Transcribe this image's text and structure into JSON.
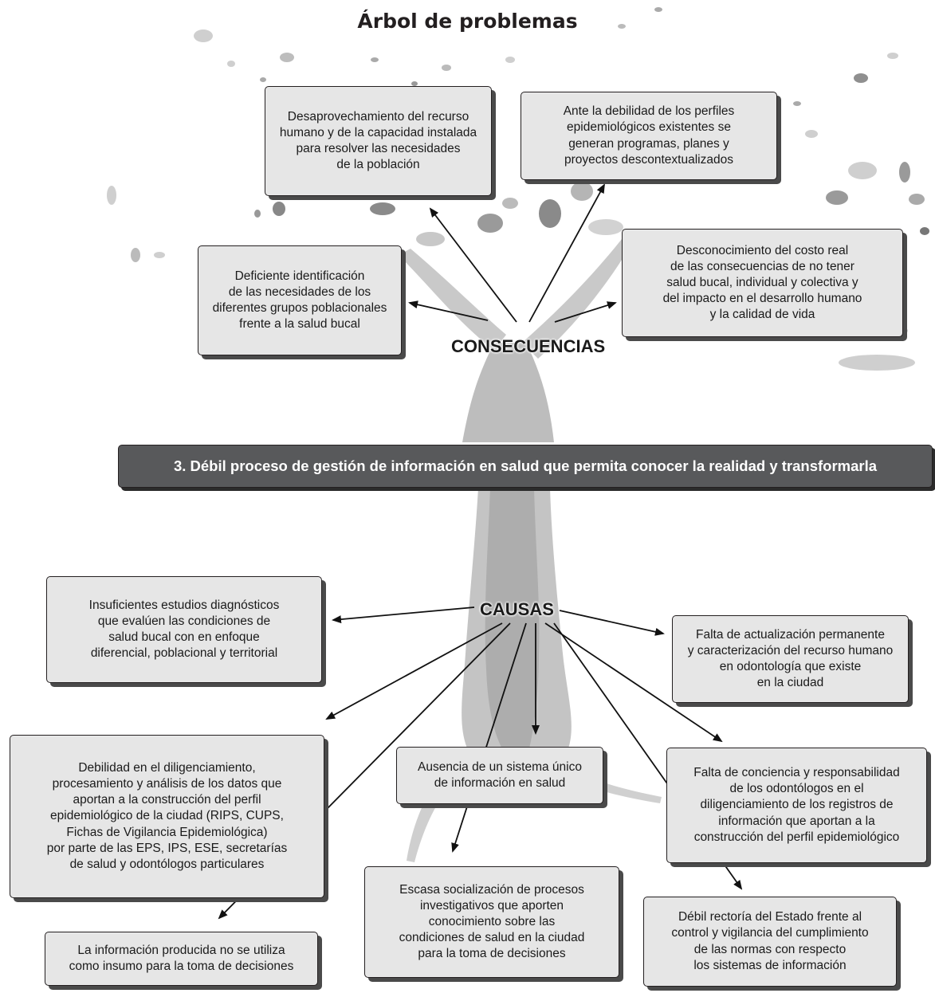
{
  "title": "Árbol de problemas",
  "central_problem": "3. Débil proceso de gestión de información en salud que permita conocer la realidad y transformarla",
  "consequences_label": "CONSECUENCIAS",
  "causes_label": "CAUSAS",
  "consequences": [
    "Desaprovechamiento del recurso\nhumano y de la capacidad instalada\npara resolver las necesidades\nde la población",
    "Ante la debilidad de los perfiles\nepidemiológicos existentes se\ngeneran  programas, planes y\nproyectos descontextualizados",
    "Deficiente identificación\nde las necesidades de los\ndiferentes grupos poblacionales\nfrente a la salud bucal",
    "Desconocimiento del costo real\nde las consecuencias de no tener\nsalud bucal, individual y colectiva y\ndel impacto en el desarrollo humano\ny la calidad de vida"
  ],
  "causes": [
    "Insuficientes estudios diagnósticos\nque  evalúen las condiciones de\nsalud bucal con en enfoque\ndiferencial, poblacional y territorial",
    "Falta de actualización permanente\ny caracterización del recurso humano\nen odontología que existe\nen la ciudad",
    "Debilidad en el diligenciamiento,\nprocesamiento y análisis de los datos que\naportan a la construcción del perfil\nepidemiológico de la ciudad (RIPS, CUPS,\nFichas de Vigilancia Epidemiológica)\npor parte de las EPS, IPS, ESE, secretarías\nde salud y odontólogos particulares",
    "Ausencia de un sistema único\nde información en salud",
    "Falta de conciencia y responsabilidad\nde los odontólogos en el\ndiligenciamiento de los registros de\ninformación que aportan a la\nconstrucción del perfil epidemiológico",
    "La información producida no se utiliza\ncomo insumo para la toma de decisiones",
    "Escasa socialización de procesos\ninvestigativos que aporten\nconocimiento sobre las\ncondiciones de salud en la ciudad\npara la toma de decisiones",
    "Débil rectoría del Estado frente al\ncontrol y vigilancia del cumplimiento\nde las normas con respecto\nlos sistemas de información"
  ]
}
